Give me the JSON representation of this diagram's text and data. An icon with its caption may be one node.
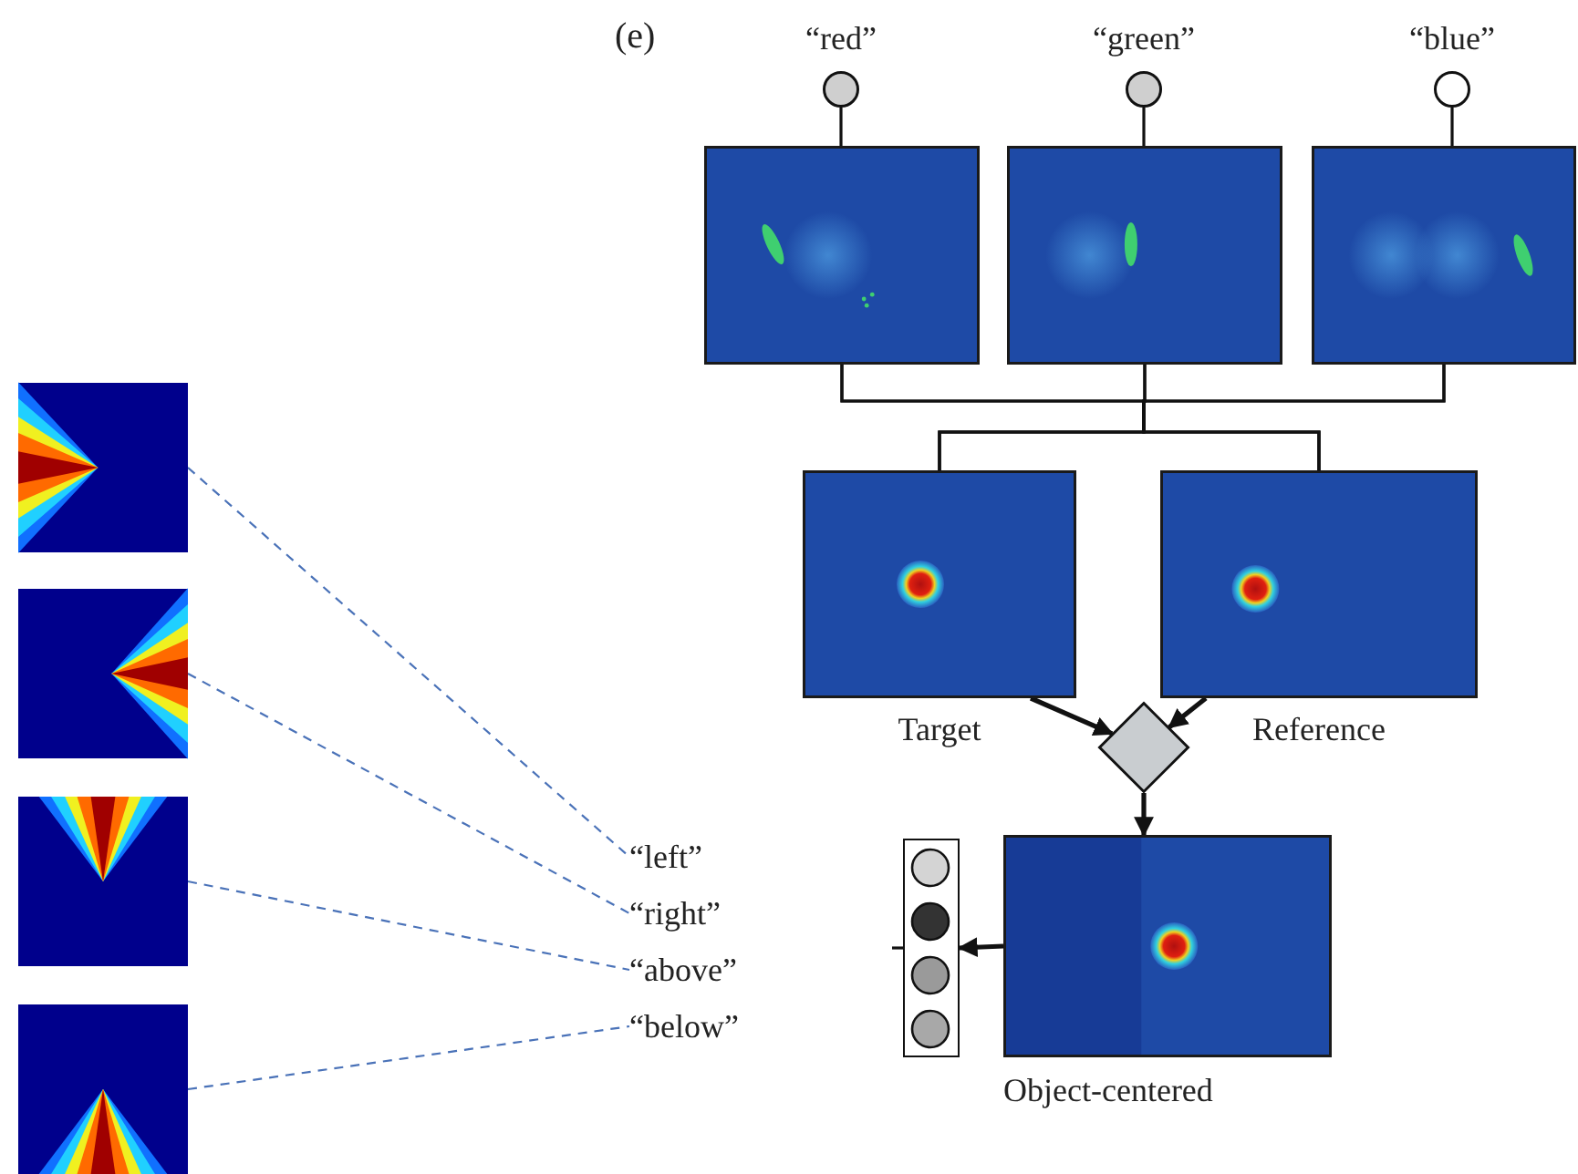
{
  "diagram": {
    "nodes": [
      {
        "text": [
          "“red”"
        ]
      },
      {
        "text": [
          "“green”"
        ]
      },
      {
        "text": [
          "“blue”"
        ]
      },
      {
        "text": [],
        "shape": "picture"
      },
      {
        "text": [],
        "shape": "picture"
      },
      {
        "text": [],
        "shape": "picture"
      },
      {
        "text": [
          "Target"
        ]
      },
      {
        "text": [
          "Reference"
        ]
      },
      {
        "text": [],
        "shape": "diamond"
      },
      {
        "text": [
          "Object-centered"
        ]
      },
      {
        "text": [],
        "shape": "box"
      },
      {
        "text": [
          "“left”"
        ]
      },
      {
        "text": [
          "“right”"
        ]
      },
      {
        "text": [
          "“above”"
        ]
      },
      {
        "text": [
          "“below”"
        ]
      },
      {
        "text": [],
        "shape": "picture"
      },
      {
        "text": [],
        "shape": "picture"
      },
      {
        "text": [],
        "shape": "picture"
      },
      {
        "text": [],
        "shape": "picture"
      }
    ],
    "edges": [
      {
        "from": 0,
        "to": 3,
        "arrow": "none"
      },
      {
        "from": 1,
        "to": 4,
        "arrow": "none"
      },
      {
        "from": 2,
        "to": 5,
        "arrow": "none"
      },
      {
        "from": 3,
        "to": 6,
        "arrow": "none"
      },
      {
        "from": 3,
        "to": 7,
        "arrow": "none"
      },
      {
        "from": 4,
        "to": 6,
        "arrow": "none"
      },
      {
        "from": 4,
        "to": 7,
        "arrow": "none"
      },
      {
        "from": 5,
        "to": 6,
        "arrow": "none"
      },
      {
        "from": 5,
        "to": 7,
        "arrow": "none"
      },
      {
        "from": 6,
        "to": 8,
        "arrow": "to"
      },
      {
        "from": 7,
        "to": 8,
        "arrow": "to"
      },
      {
        "from": 8,
        "to": 9,
        "arrow": "to"
      },
      {
        "from": 9,
        "to": 10,
        "arrow": "to"
      },
      {
        "from": 10,
        "to": null,
        "arrow": "none"
      },
      {
        "from": 15,
        "to": 11,
        "arrow": "none",
        "style": "dashed",
        "color": "#4a72b8"
      },
      {
        "from": 16,
        "to": 12,
        "arrow": "none",
        "style": "dashed",
        "color": "#4a72b8"
      },
      {
        "from": 17,
        "to": 13,
        "arrow": "none",
        "style": "dashed",
        "color": "#4a72b8"
      },
      {
        "from": 18,
        "to": 14,
        "arrow": "none",
        "style": "dashed",
        "color": "#4a72b8"
      }
    ],
    "labels": [
      "(e)"
    ]
  }
}
